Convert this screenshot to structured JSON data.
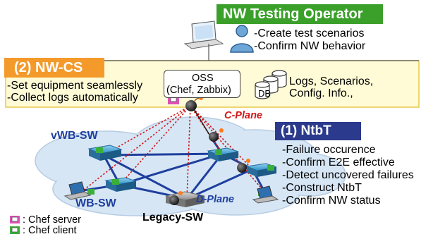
{
  "operator": {
    "title": "NW Testing Operator",
    "items": [
      "-Create test scenarios",
      "-Confirm NW behavior"
    ]
  },
  "nwcs": {
    "title": "(2) NW-CS",
    "items": [
      "-Set equipment seamlessly",
      "-Collect logs automatically"
    ],
    "oss_title": "OSS",
    "oss_sub": "(Chef, Zabbix)",
    "db_label": "DB",
    "logs_line1": "Logs, Scenarios,",
    "logs_line2": "Config. Info.,"
  },
  "ntbt": {
    "title": "(1) NtbT",
    "items": [
      "-Failure occurence",
      "-Confirm E2E effective",
      "-Detect uncovered failures",
      "-Construct NtbT",
      "-Confirm NW status"
    ]
  },
  "network": {
    "c_plane": "C-Plane",
    "d_plane": "D-Plane",
    "vwb_sw": "vWB-SW",
    "wb_sw": "WB-SW",
    "legacy_sw": "Legacy-SW"
  },
  "legend": {
    "chef_server": ": Chef server",
    "chef_client": ": Chef client"
  },
  "colors": {
    "operator_green": "#3aa02a",
    "nwcs_orange": "#f39a2b",
    "ntbt_navy": "#2b3a8c",
    "panel_yellow": "#fffbd6",
    "cloud_blue": "#d6e6f5",
    "link_blue": "#1f3f9e",
    "cplane_red": "#d01818",
    "chef_server_pink": "#e050b8",
    "chef_client_green": "#3ab03a"
  }
}
